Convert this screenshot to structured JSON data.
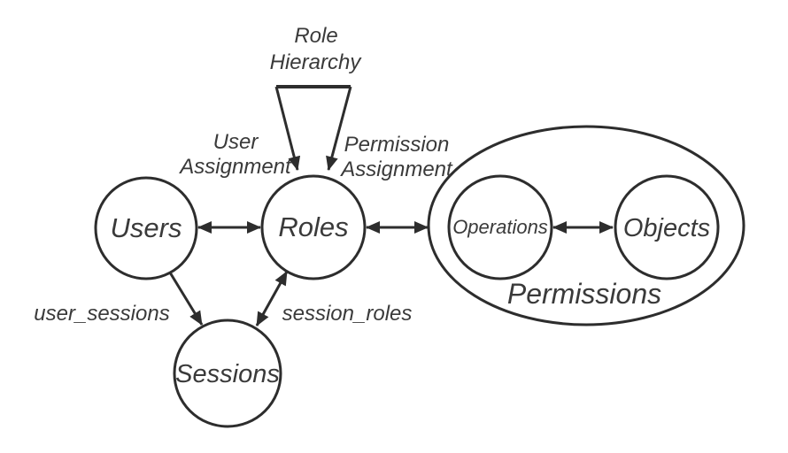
{
  "diagram": {
    "kind": "rbac-model-diagram",
    "colors": {
      "background": "#ffffff",
      "stroke": "#2d2d2d",
      "text": "#3a3a3a"
    },
    "nodes": {
      "users": "Users",
      "roles": "Roles",
      "sessions": "Sessions",
      "operations": "Operations",
      "objects": "Objects",
      "permissions_group": "Permissions"
    },
    "edge_labels": {
      "role_hierarchy": {
        "line1": "Role",
        "line2": "Hierarchy"
      },
      "user_assignment": {
        "line1": "User",
        "line2": "Assignment"
      },
      "permission_assignment": {
        "line1": "Permission",
        "line2": "Assignment"
      },
      "user_sessions": "user_sessions",
      "session_roles": "session_roles"
    },
    "edges": [
      {
        "from": "users",
        "to": "roles",
        "direction": "both"
      },
      {
        "from": "roles",
        "to": "permissions_group",
        "direction": "both"
      },
      {
        "from": "operations",
        "to": "objects",
        "direction": "both"
      },
      {
        "from": "users",
        "to": "sessions",
        "direction": "one-way"
      },
      {
        "from": "sessions",
        "to": "roles",
        "direction": "both"
      },
      {
        "from": "role_hierarchy",
        "to": "roles",
        "direction": "fan-in-two-arrows"
      }
    ]
  }
}
